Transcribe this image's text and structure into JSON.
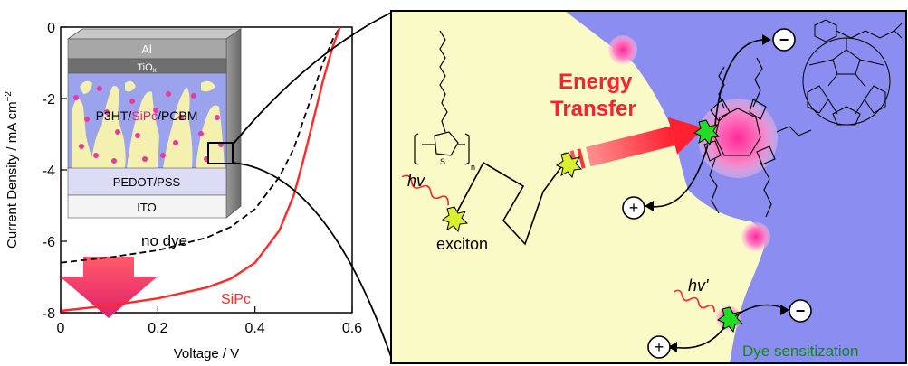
{
  "chart_data": {
    "type": "line",
    "xlabel": "Voltage / V",
    "ylabel_main": "Current Density / mA cm",
    "ylabel_sup": "−2",
    "xlim": [
      0,
      0.6
    ],
    "ylim": [
      -8,
      0
    ],
    "x_ticks": [
      "0",
      "0.2",
      "0.4",
      "0.6"
    ],
    "y_ticks": [
      "0",
      "-2",
      "-4",
      "-6",
      "-8"
    ],
    "x_tick_values": [
      0,
      0.2,
      0.4,
      0.6
    ],
    "y_tick_values": [
      0,
      -2,
      -4,
      -6,
      -8
    ],
    "series": [
      {
        "name": "SiPc",
        "color": "#ff2a2a",
        "style": "solid",
        "x": [
          0,
          0.1,
          0.2,
          0.3,
          0.35,
          0.4,
          0.45,
          0.48,
          0.5,
          0.52,
          0.54,
          0.56,
          0.575
        ],
        "y": [
          -7.95,
          -7.8,
          -7.6,
          -7.3,
          -7.05,
          -6.6,
          -5.7,
          -4.7,
          -3.7,
          -2.6,
          -1.5,
          -0.55,
          0
        ]
      },
      {
        "name": "no dye",
        "color": "#000000",
        "style": "dashed",
        "x": [
          0,
          0.1,
          0.2,
          0.3,
          0.35,
          0.4,
          0.45,
          0.48,
          0.5,
          0.52,
          0.54,
          0.56,
          0.575
        ],
        "y": [
          -6.6,
          -6.45,
          -6.25,
          -5.9,
          -5.6,
          -5.1,
          -4.2,
          -3.4,
          -2.6,
          -1.8,
          -1.0,
          -0.35,
          0
        ]
      }
    ],
    "annotations": {
      "no_dye_label": "no dye",
      "sipc_label": "SiPc"
    }
  },
  "device_stack": {
    "layers": {
      "al": "Al",
      "tiox": "TiO",
      "tiox_sub": "x",
      "active_1": "P3HT/",
      "active_2": "SiPc",
      "active_3": "/PCBM",
      "pedot": "PEDOT/PSS",
      "ito": "ITO"
    }
  },
  "mechanism": {
    "energy_transfer_1": "Energy",
    "energy_transfer_2": "Transfer",
    "hv": "hv",
    "hv_prime": "hv'",
    "exciton": "exciton",
    "dye_sensitization": "Dye sensitization",
    "plus": "+",
    "minus": "−",
    "p3ht_sub_n": "n",
    "p3ht_s": "S"
  },
  "colors": {
    "p3ht_region": "#fafac6",
    "pcbm_region": "#8b8df0",
    "dye": "#ff44aa",
    "arrow_red": "#ff2030",
    "accent_green": "#118811",
    "star_yellow": "#d8f030",
    "star_green": "#22dd22"
  }
}
